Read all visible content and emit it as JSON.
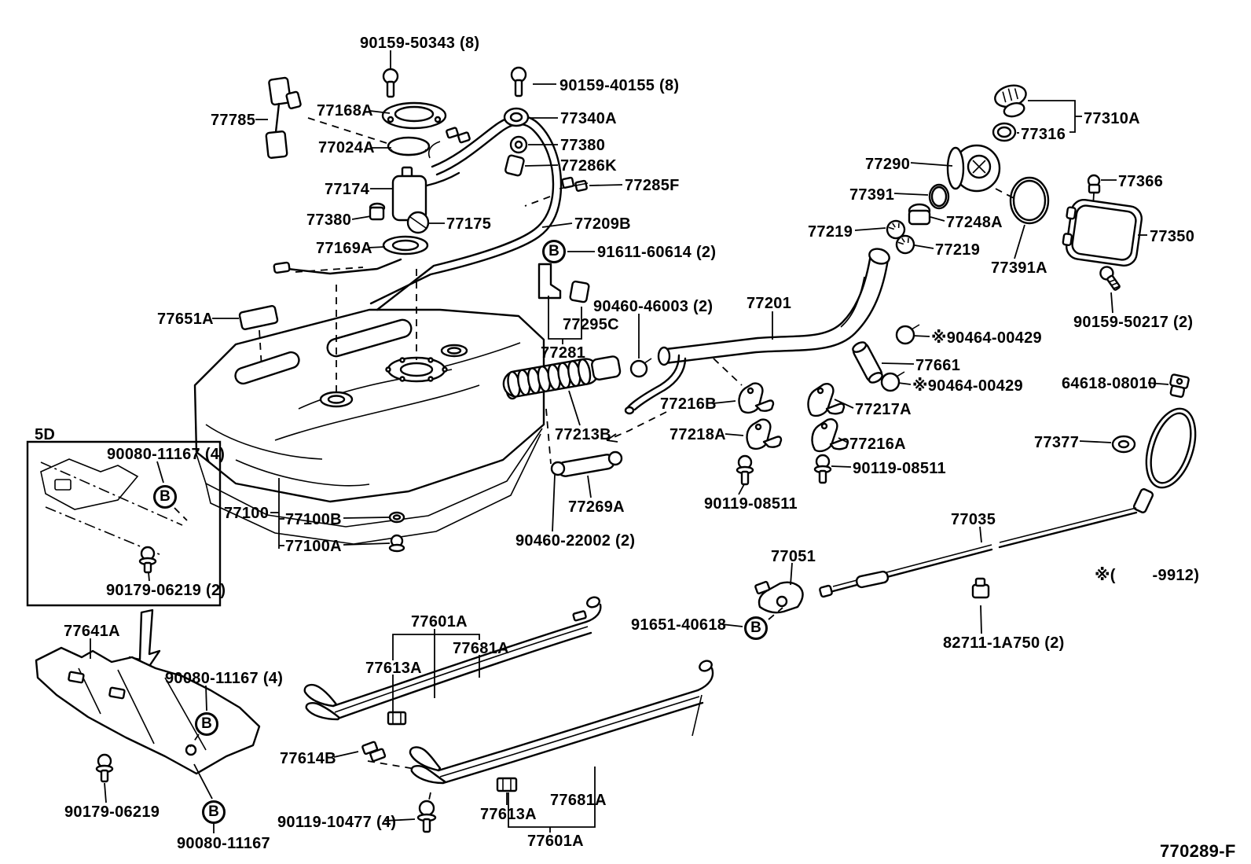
{
  "diagram": {
    "drawing_code": "770289-F",
    "variant_tag": "5D",
    "production_note": "※(        -9912)",
    "marker": "B",
    "labels": [
      {
        "id": "90159-50343",
        "text": "90159-50343 (8)"
      },
      {
        "id": "77785",
        "text": "77785"
      },
      {
        "id": "77168A",
        "text": "77168A"
      },
      {
        "id": "90159-40155",
        "text": "90159-40155 (8)"
      },
      {
        "id": "77340A",
        "text": "77340A"
      },
      {
        "id": "77024A",
        "text": "77024A"
      },
      {
        "id": "77380-right",
        "text": "77380"
      },
      {
        "id": "77286K",
        "text": "77286K"
      },
      {
        "id": "77285F",
        "text": "77285F"
      },
      {
        "id": "77174",
        "text": "77174"
      },
      {
        "id": "77380-left",
        "text": "77380"
      },
      {
        "id": "77175",
        "text": "77175"
      },
      {
        "id": "77209B",
        "text": "77209B"
      },
      {
        "id": "77169A",
        "text": "77169A"
      },
      {
        "id": "91611-60614",
        "text": "91611-60614 (2)"
      },
      {
        "id": "77310A",
        "text": "77310A"
      },
      {
        "id": "77316",
        "text": "77316"
      },
      {
        "id": "77290",
        "text": "77290"
      },
      {
        "id": "77391",
        "text": "77391"
      },
      {
        "id": "77366",
        "text": "77366"
      },
      {
        "id": "77248A",
        "text": "77248A"
      },
      {
        "id": "77219-left",
        "text": "77219"
      },
      {
        "id": "77219-right",
        "text": "77219"
      },
      {
        "id": "77391A",
        "text": "77391A"
      },
      {
        "id": "77350",
        "text": "77350"
      },
      {
        "id": "90159-50217",
        "text": "90159-50217 (2)"
      },
      {
        "id": "77651A",
        "text": "77651A"
      },
      {
        "id": "77201",
        "text": "77201"
      },
      {
        "id": "90464-00429-upper",
        "text": "※90464-00429"
      },
      {
        "id": "77661",
        "text": "77661"
      },
      {
        "id": "90464-00429-lower",
        "text": "※90464-00429"
      },
      {
        "id": "64618-08010",
        "text": "64618-08010"
      },
      {
        "id": "90460-46003",
        "text": "90460-46003 (2)"
      },
      {
        "id": "77295C",
        "text": "77295C"
      },
      {
        "id": "77281",
        "text": "77281"
      },
      {
        "id": "77216B",
        "text": "77216B"
      },
      {
        "id": "77217A",
        "text": "77217A"
      },
      {
        "id": "77218A",
        "text": "77218A"
      },
      {
        "id": "77216A",
        "text": "77216A"
      },
      {
        "id": "77213B",
        "text": "77213B"
      },
      {
        "id": "90119-08511-right",
        "text": "90119-08511"
      },
      {
        "id": "77377",
        "text": "77377"
      },
      {
        "id": "90119-08511-left",
        "text": "90119-08511"
      },
      {
        "id": "77269A",
        "text": "77269A"
      },
      {
        "id": "90460-22002",
        "text": "90460-22002 (2)"
      },
      {
        "id": "77100",
        "text": "77100"
      },
      {
        "id": "77100B",
        "text": "77100B"
      },
      {
        "id": "77100A",
        "text": "77100A"
      },
      {
        "id": "90080-11167-box",
        "text": "90080-11167 (4)"
      },
      {
        "id": "90179-06219-box",
        "text": "90179-06219 (2)"
      },
      {
        "id": "77641A",
        "text": "77641A"
      },
      {
        "id": "90080-11167-shield",
        "text": "90080-11167 (4)"
      },
      {
        "id": "90179-06219-bottom",
        "text": "90179-06219"
      },
      {
        "id": "90080-11167-bottom",
        "text": "90080-11167"
      },
      {
        "id": "77601A-top",
        "text": "77601A"
      },
      {
        "id": "77681A-top",
        "text": "77681A"
      },
      {
        "id": "77613A-top",
        "text": "77613A"
      },
      {
        "id": "77614B",
        "text": "77614B"
      },
      {
        "id": "90119-10477",
        "text": "90119-10477 (4)"
      },
      {
        "id": "77613A-bottom",
        "text": "77613A"
      },
      {
        "id": "77681A-bottom",
        "text": "77681A"
      },
      {
        "id": "77601A-bottom",
        "text": "77601A"
      },
      {
        "id": "91651-40618",
        "text": "91651-40618"
      },
      {
        "id": "77051",
        "text": "77051"
      },
      {
        "id": "77035",
        "text": "77035"
      },
      {
        "id": "82711-1A750",
        "text": "82711-1A750 (2)"
      }
    ]
  }
}
